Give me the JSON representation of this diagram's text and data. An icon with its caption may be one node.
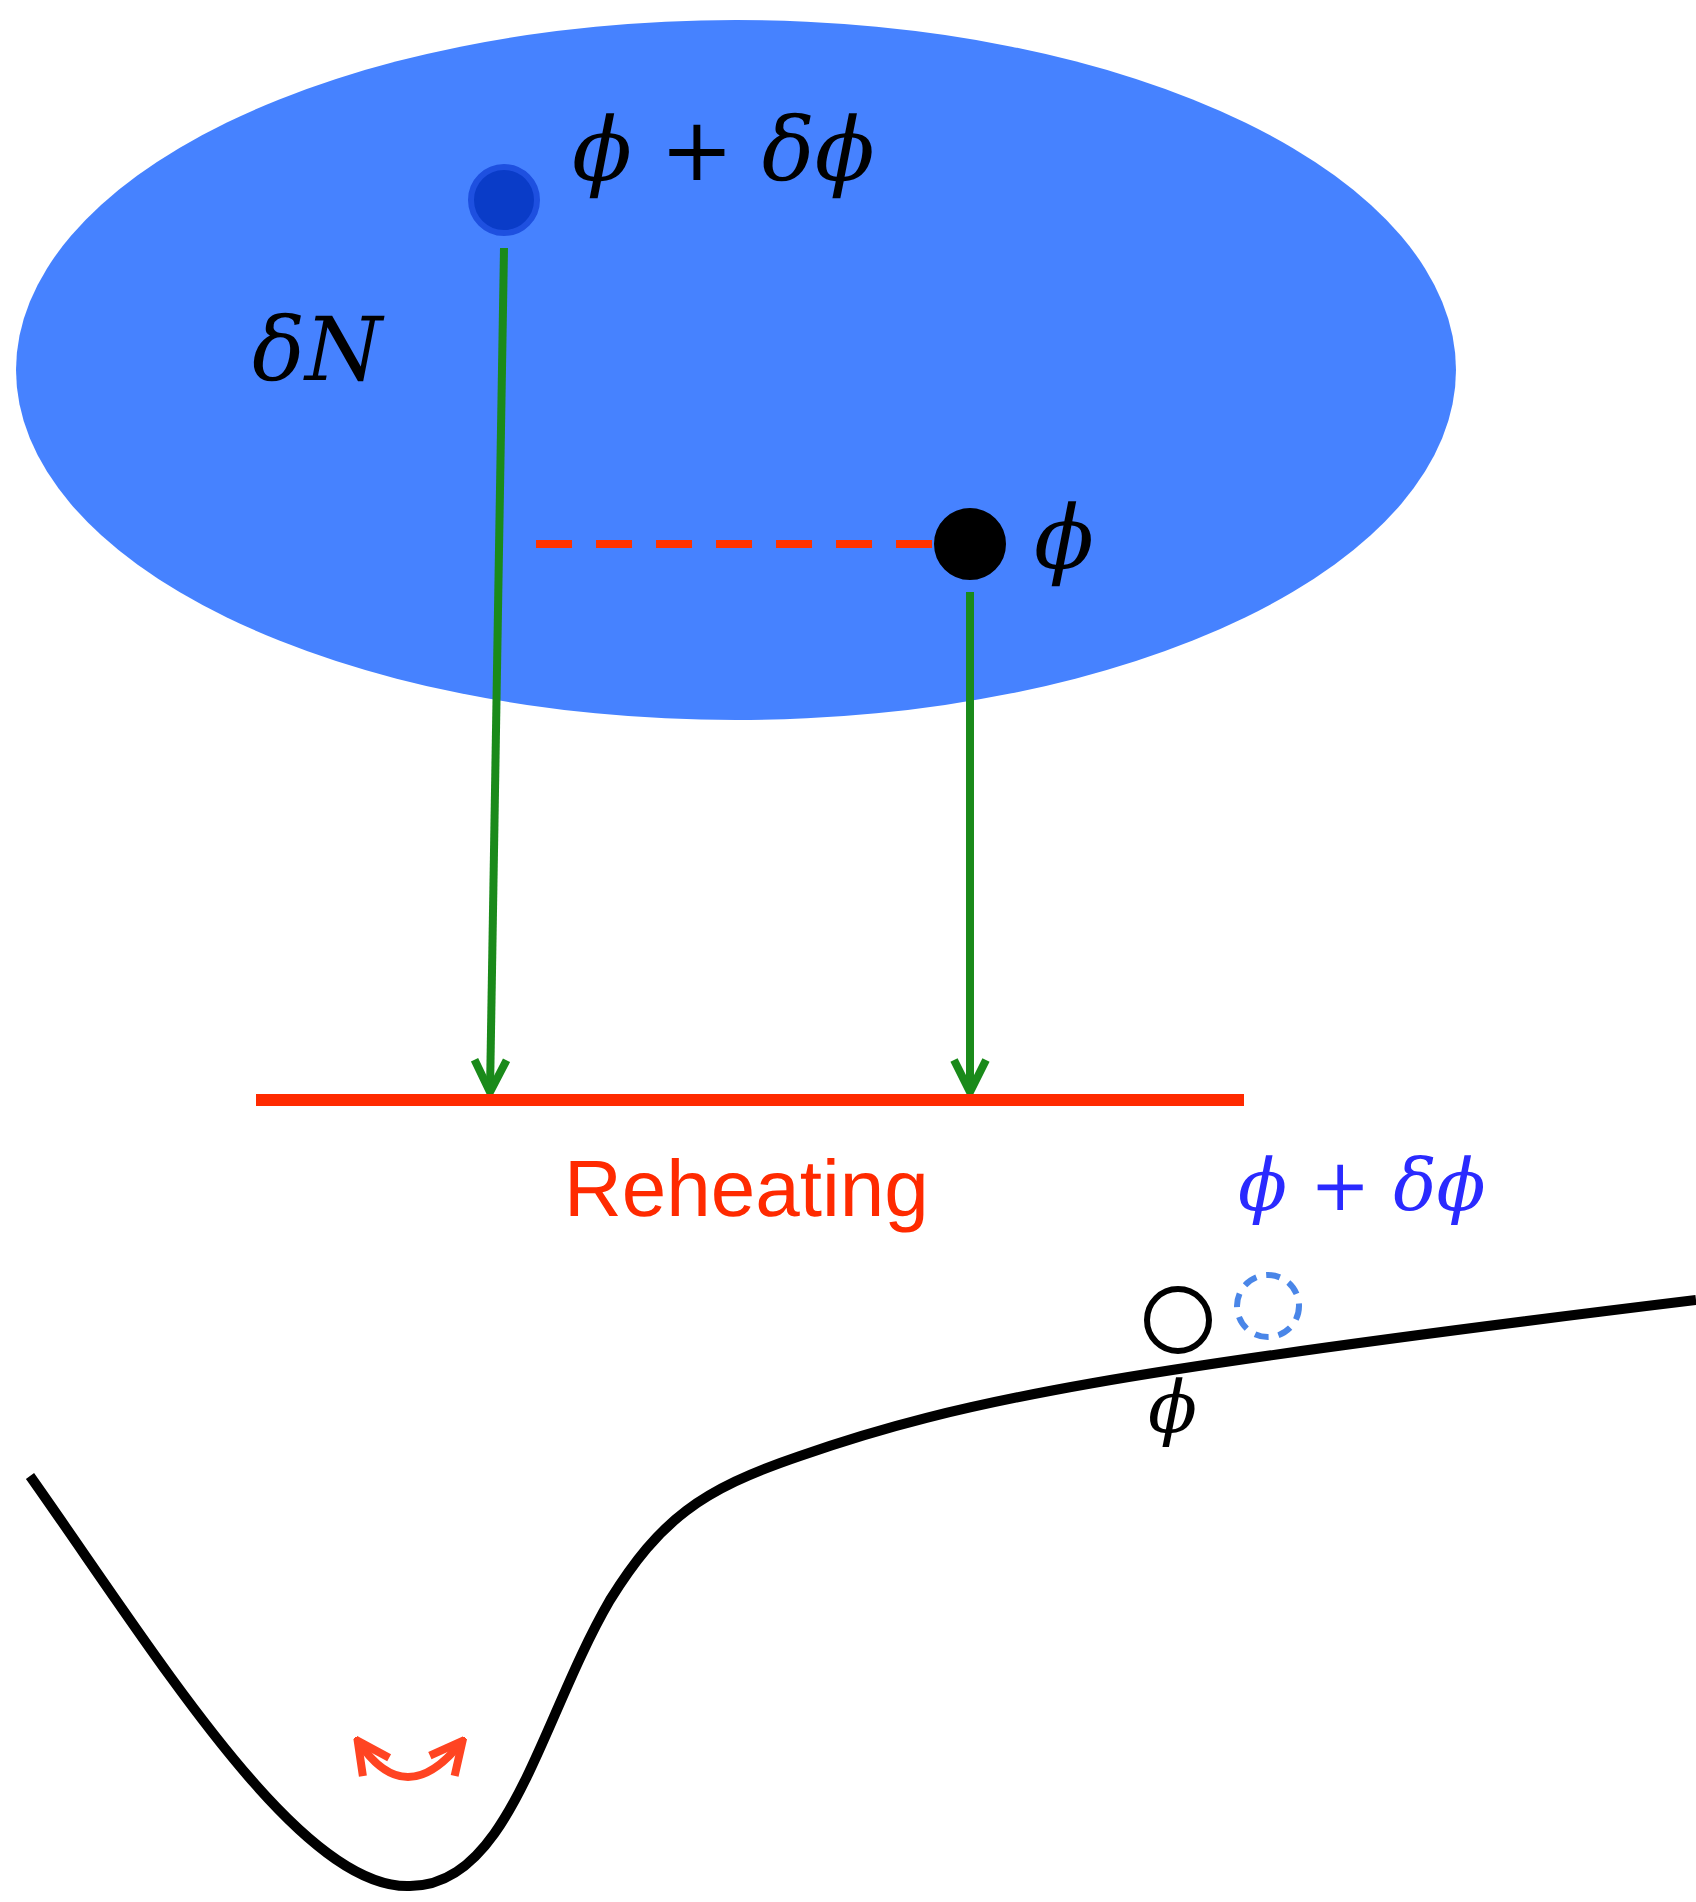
{
  "diagram": {
    "nodes": [
      {
        "text": [],
        "shape": "ellipse"
      },
      {
        "text": [],
        "shape": "circle",
        "in": 0,
        "beside": [
          "ϕ + δϕ"
        ]
      },
      {
        "text": [],
        "shape": "circle",
        "in": 0,
        "beside": [
          "ϕ"
        ]
      },
      {
        "text": [],
        "shape": "bar",
        "beside": [
          "Reheating"
        ]
      },
      {
        "text": [],
        "shape": "circle",
        "beside": [
          "ϕ"
        ]
      },
      {
        "text": [],
        "shape": "circle",
        "beside": [
          "ϕ + δϕ"
        ]
      }
    ],
    "edges": [
      {
        "from": 1,
        "to": 3,
        "arrow": "to",
        "label": "δN"
      },
      {
        "from": 2,
        "to": 3,
        "arrow": "to"
      },
      {
        "from": 2,
        "to": null,
        "arrow": "none",
        "style": "dashed",
        "color": "#ff3300"
      }
    ]
  }
}
